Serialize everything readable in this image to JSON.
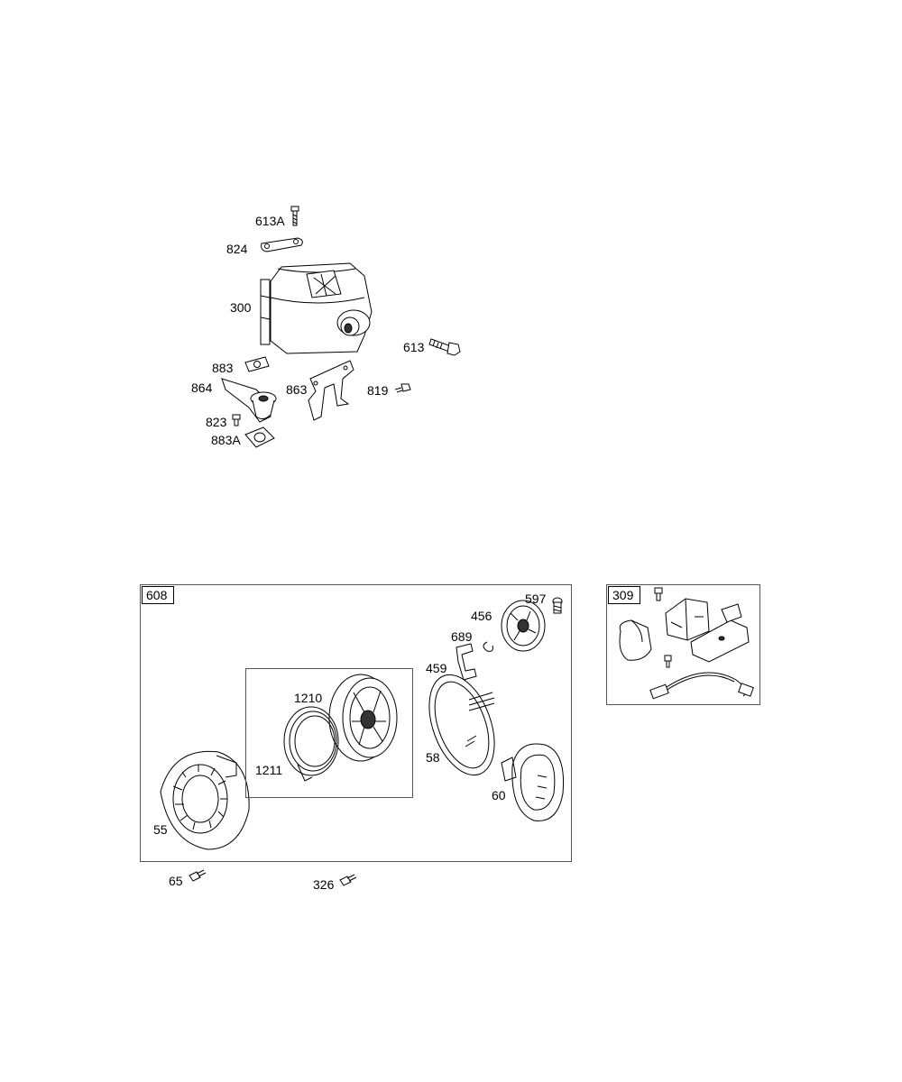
{
  "muffler_group": {
    "labels": [
      "613A",
      "824",
      "300",
      "613",
      "883",
      "864",
      "863",
      "819",
      "823",
      "883A"
    ]
  },
  "starter_group": {
    "box_label": "608",
    "labels": [
      "597",
      "456",
      "689",
      "459",
      "1210",
      "1211",
      "58",
      "60",
      "55"
    ]
  },
  "cord_group": {
    "box_label": "309"
  },
  "loose_parts": {
    "labels": [
      "65",
      "326"
    ]
  }
}
